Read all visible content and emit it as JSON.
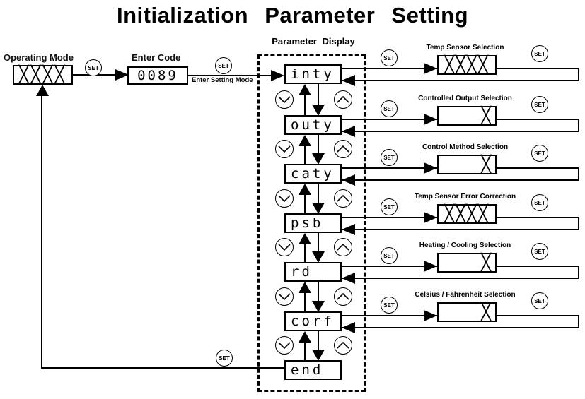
{
  "title": "Initialization  Parameter  Setting",
  "labels": {
    "operating_mode": "Operating Mode",
    "enter_code": "Enter Code",
    "enter_setting_mode": "Enter Setting Mode",
    "parameter_display": "Parameter  Display",
    "set": "SET"
  },
  "displays": {
    "operating_mode_value": "╳╳╳╳",
    "enter_code_value": "0089"
  },
  "parameters": [
    "inty",
    "outy",
    "caty",
    "psb",
    "rd",
    "corf",
    "end"
  ],
  "settings": [
    {
      "title": "Temp Sensor Selection",
      "value": "╳╳╳╳"
    },
    {
      "title": "Controlled Output Selection",
      "value": "╳"
    },
    {
      "title": "Control Method Selection",
      "value": "╳"
    },
    {
      "title": "Temp Sensor Error Correction",
      "value": "╳╳╳╳"
    },
    {
      "title": "Heating / Cooling Selection",
      "value": "╳"
    },
    {
      "title": "Celsius / Fahrenheit Selection",
      "value": "╳"
    }
  ],
  "icons": {
    "up_arrow": "∧",
    "down_arrow": "∨"
  }
}
